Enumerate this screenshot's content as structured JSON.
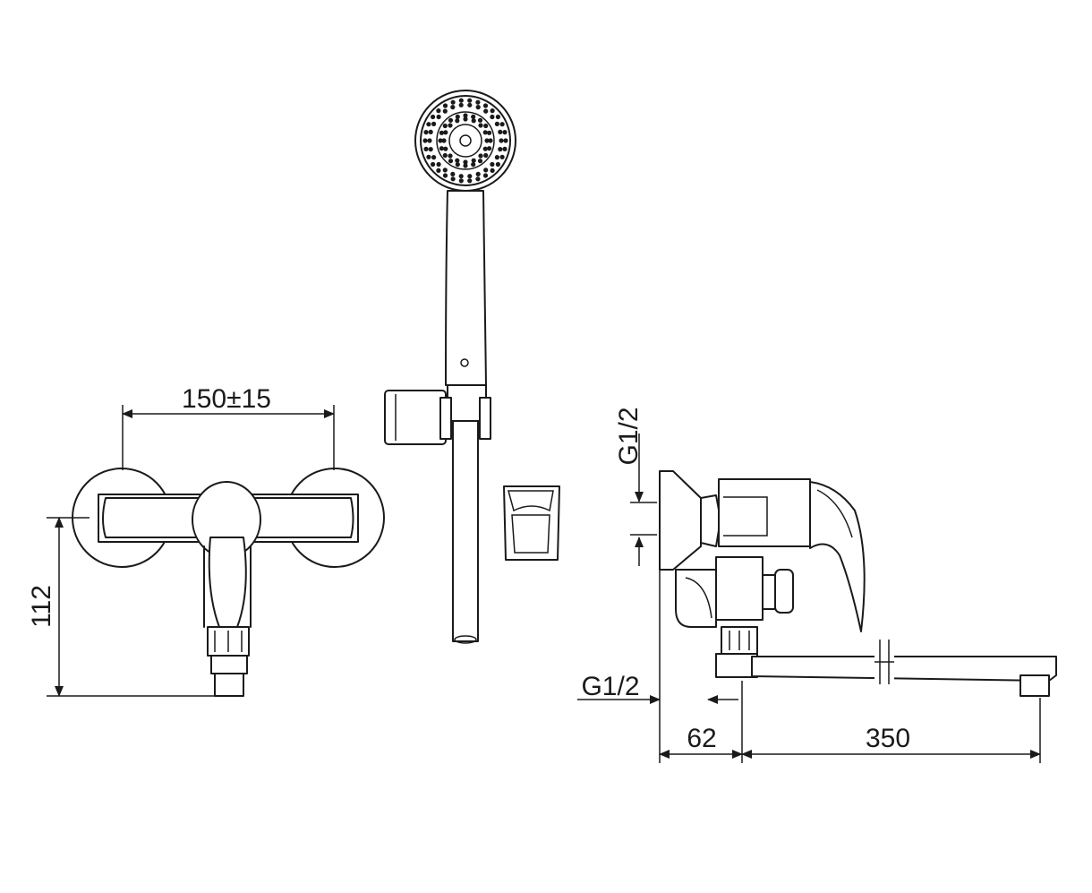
{
  "dimensions": {
    "front_width": "150±15",
    "front_height": "112",
    "side_inlet_thread": "G1/2",
    "side_outlet_thread": "G1/2",
    "side_wall_offset": "62",
    "side_spout_length": "350"
  },
  "colors": {
    "line": "#1a1a1a",
    "background": "#ffffff"
  }
}
